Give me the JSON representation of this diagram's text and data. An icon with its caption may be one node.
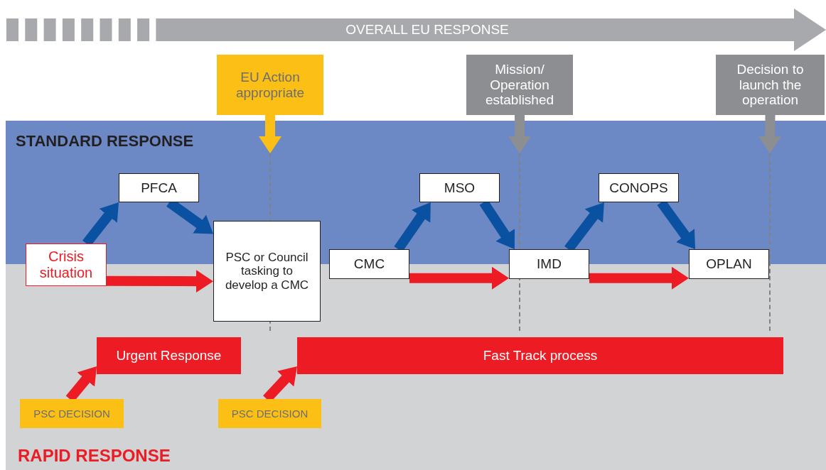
{
  "diagram": {
    "nodes": [
      {
        "text": [
          "OVERALL EU RESPONSE"
        ]
      },
      {
        "text": [
          "EU Action appropriate"
        ]
      },
      {
        "text": [
          "Mission/ Operation established"
        ]
      },
      {
        "text": [
          "Decision to launch the operation"
        ]
      },
      {
        "text": [
          "STANDARD RESPONSE"
        ]
      },
      {
        "text": [
          "RAPID RESPONSE"
        ]
      },
      {
        "text": [
          "PFCA"
        ],
        "in": 4
      },
      {
        "text": [
          "Crisis situation"
        ]
      },
      {
        "text": [
          "PSC or Council tasking to develop a CMC"
        ]
      },
      {
        "text": [
          "CMC"
        ]
      },
      {
        "text": [
          "MSO"
        ],
        "in": 4
      },
      {
        "text": [
          "IMD"
        ]
      },
      {
        "text": [
          "CONOPS"
        ],
        "in": 4
      },
      {
        "text": [
          "OPLAN"
        ]
      },
      {
        "text": [
          "Urgent Response"
        ],
        "in": 5
      },
      {
        "text": [
          "Fast Track process"
        ],
        "in": 5
      },
      {
        "text": [
          "PSC DECISION"
        ],
        "in": 5
      },
      {
        "text": [
          "PSC DECISION"
        ],
        "in": 5
      },
      {
        "text": [],
        "shape": "line"
      },
      {
        "text": [],
        "shape": "line"
      },
      {
        "text": [],
        "shape": "line"
      }
    ],
    "edges": [
      {
        "from": 7,
        "to": 6,
        "arrow": "to",
        "color": "#0a51a1"
      },
      {
        "from": 6,
        "to": 8,
        "arrow": "to",
        "color": "#0a51a1"
      },
      {
        "from": 7,
        "to": 8,
        "arrow": "to",
        "color": "#ed1c24"
      },
      {
        "from": 9,
        "to": 10,
        "arrow": "to",
        "color": "#0a51a1"
      },
      {
        "from": 10,
        "to": 11,
        "arrow": "to",
        "color": "#0a51a1"
      },
      {
        "from": 9,
        "to": 11,
        "arrow": "to",
        "color": "#ed1c24"
      },
      {
        "from": 11,
        "to": 12,
        "arrow": "to",
        "color": "#0a51a1"
      },
      {
        "from": 12,
        "to": 13,
        "arrow": "to",
        "color": "#0a51a1"
      },
      {
        "from": 11,
        "to": 13,
        "arrow": "to",
        "color": "#ed1c24"
      },
      {
        "from": 16,
        "to": 14,
        "arrow": "to",
        "color": "#ed1c24"
      },
      {
        "from": 17,
        "to": 15,
        "arrow": "to",
        "color": "#ed1c24"
      },
      {
        "from": 1,
        "to": 18,
        "arrow": "to",
        "color": "#fbbf16"
      },
      {
        "from": 2,
        "to": 19,
        "arrow": "to",
        "color": "#8d8e91"
      },
      {
        "from": 3,
        "to": 20,
        "arrow": "to",
        "color": "#8d8e91"
      }
    ]
  }
}
